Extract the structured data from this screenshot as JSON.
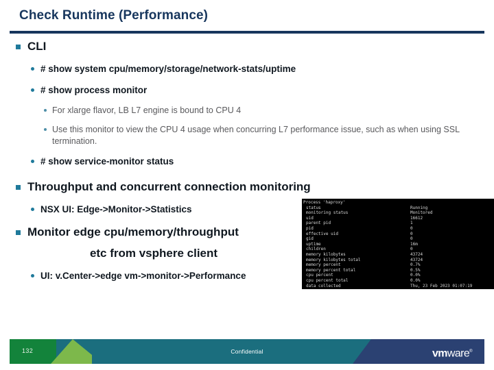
{
  "slide": {
    "title": "Check Runtime (Performance)",
    "outline": [
      {
        "level": 1,
        "text": "CLI"
      },
      {
        "level": 2,
        "text": "# show system cpu/memory/storage/network-stats/uptime"
      },
      {
        "level": 2,
        "text": "# show process monitor"
      },
      {
        "level": 3,
        "text": "For xlarge flavor, LB L7 engine is bound to CPU 4"
      },
      {
        "level": 3,
        "text": "Use this monitor to view the CPU 4 usage when concurring L7 performance issue, such as when using SSL termination."
      },
      {
        "level": 2,
        "text": "# show service-monitor status"
      },
      {
        "level": 1,
        "text": "Throughput and concurrent connection monitoring"
      },
      {
        "level": 2,
        "text": "NSX UI:  Edge->Monitor->Statistics"
      },
      {
        "level": 1,
        "text": "Monitor edge cpu/memory/throughput"
      },
      {
        "level": "centered",
        "text": "etc from vsphere client"
      },
      {
        "level": 2,
        "text": "UI: v.Center->edge vm->monitor->Performance"
      }
    ]
  },
  "terminal": {
    "header": "Process 'haproxy'",
    "rows": [
      {
        "key": "status",
        "value": "Running"
      },
      {
        "key": "monitoring status",
        "value": "Monitored"
      },
      {
        "key": "uid",
        "value": "16612"
      },
      {
        "key": "parent pid",
        "value": "1"
      },
      {
        "key": "pid",
        "value": "0"
      },
      {
        "key": "effective uid",
        "value": "0"
      },
      {
        "key": "gid",
        "value": "0"
      },
      {
        "key": "uptime",
        "value": "16m"
      },
      {
        "key": "children",
        "value": "0"
      },
      {
        "key": "memory kilobytes",
        "value": "43724"
      },
      {
        "key": "memory kilobytes total",
        "value": "43724"
      },
      {
        "key": "memory percent",
        "value": "0.7%"
      },
      {
        "key": "memory percent total",
        "value": "0.5%"
      },
      {
        "key": "cpu percent",
        "value": "0.0%"
      },
      {
        "key": "cpu percent total",
        "value": "0.0%"
      },
      {
        "key": "data collected",
        "value": "Thu, 23 Feb 2023 01:07:19"
      }
    ]
  },
  "footer": {
    "page_number": "132",
    "classification": "Confidential",
    "brand_vm": "vm",
    "brand_ware": "ware",
    "brand_tm": "®"
  },
  "colors": {
    "title": "#17365D",
    "rule": "#17365D",
    "bullet_square": "#1F7A9B",
    "bullet_dot": "#1F7A9B",
    "level3_text": "#59595C",
    "footer_green": "#13833B",
    "footer_light_green": "#7DB84B",
    "footer_teal": "#1B6E7E",
    "footer_navy": "#2B4172",
    "terminal_bg": "#000000"
  }
}
